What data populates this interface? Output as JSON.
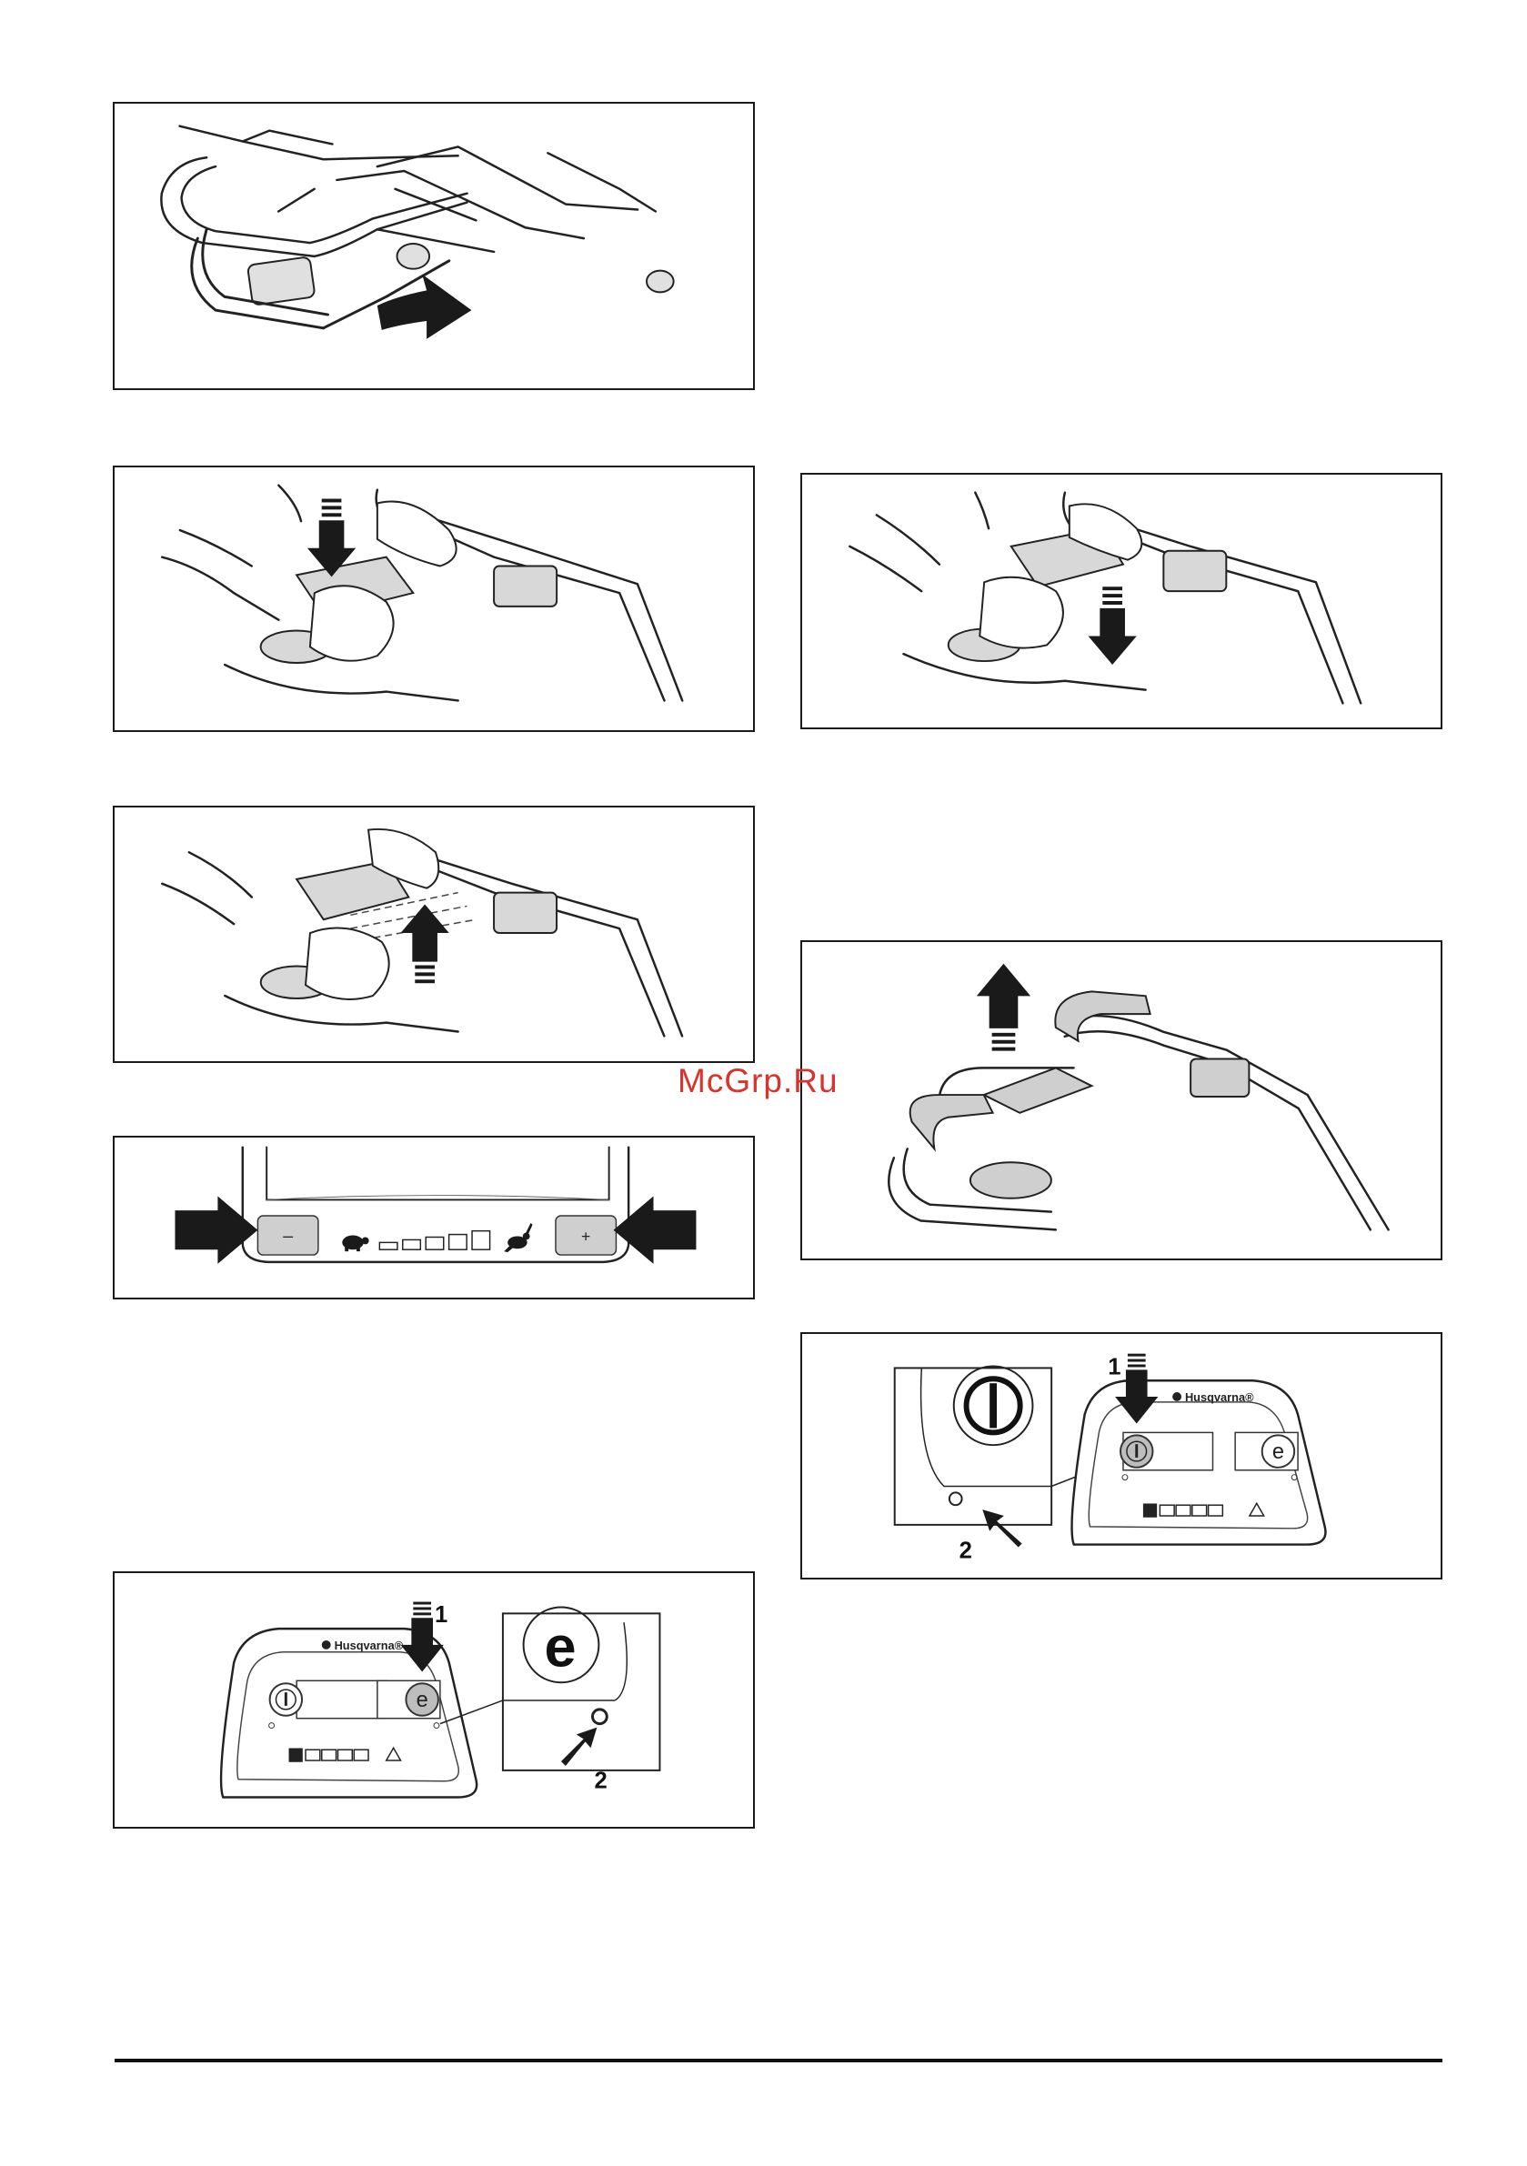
{
  "watermark": "McGrp.Ru",
  "icons": [
    "handlebar-fold-arrow-icon",
    "press-down-arrow-icon",
    "lift-up-arrow-icon",
    "turtle-icon",
    "rabbit-icon",
    "power-icon",
    "eco-mode-icon",
    "battery-icon",
    "warning-icon",
    "husqvarna-logo-icon"
  ],
  "speed_panel": {
    "minus_label": "–",
    "plus_label": "+",
    "speed_level": 0.0
  },
  "figure_eco": {
    "brand": "Husqvarna®",
    "callout_1": "1",
    "callout_2": "2"
  },
  "figure_power": {
    "brand": "Husqvarna®",
    "callout_1": "1",
    "callout_2": "2"
  }
}
